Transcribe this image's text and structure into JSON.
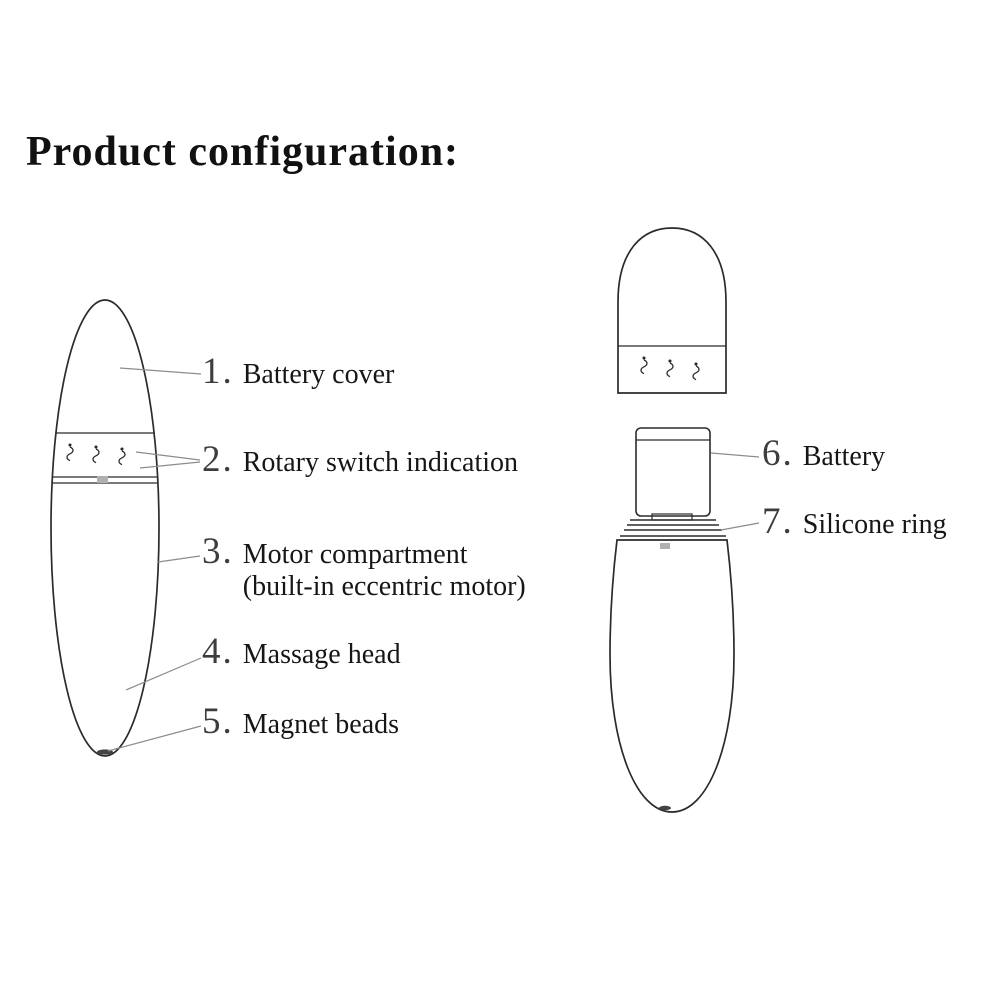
{
  "title": "Product configuration:",
  "labels": [
    {
      "num": "1.",
      "text": "Battery cover"
    },
    {
      "num": "2.",
      "text": "Rotary switch indication"
    },
    {
      "num": "3.",
      "text": "Motor compartment",
      "text2": "(built-in eccentric motor)"
    },
    {
      "num": "4.",
      "text": "Massage head"
    },
    {
      "num": "5.",
      "text": "Magnet beads"
    },
    {
      "num": "6.",
      "text": "Battery"
    },
    {
      "num": "7.",
      "text": "Silicone ring"
    }
  ],
  "icons": {
    "vibration_icon": "vibration-wave-glyph"
  },
  "colors": {
    "outline": "#2b2b2b",
    "leader": "#8c8c8c",
    "text": "#161616",
    "background": "#ffffff",
    "smudge": "#b0b0b0"
  }
}
